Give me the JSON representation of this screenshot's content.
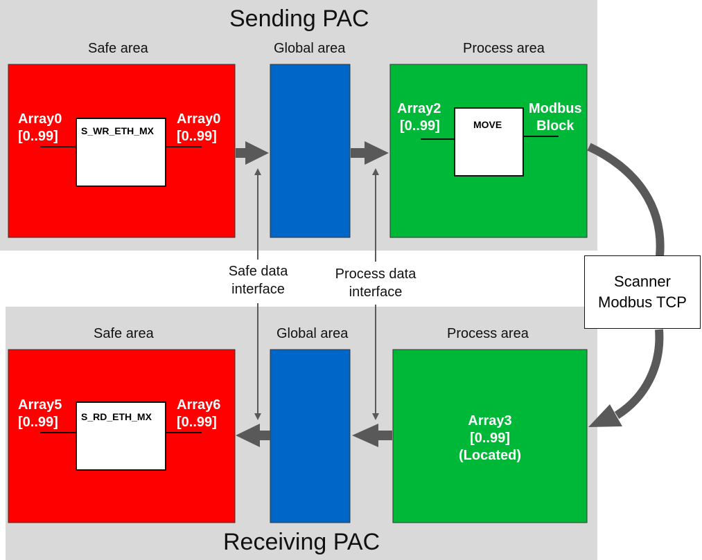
{
  "sending_pac": {
    "title": "Sending PAC",
    "safe_area": {
      "title": "Safe area",
      "input_name": "Array0",
      "input_range": "[0..99]",
      "block": "S_WR_ETH_MX",
      "output_name": "Array0",
      "output_range": "[0..99]"
    },
    "global_area": {
      "title": "Global area"
    },
    "process_area": {
      "title": "Process area",
      "input_name": "Array2",
      "input_range": "[0..99]",
      "block": "MOVE",
      "output_name": "Modbus",
      "output_name2": "Block"
    }
  },
  "receiving_pac": {
    "title": "Receiving PAC",
    "safe_area": {
      "title": "Safe area",
      "input_name": "Array5",
      "input_range": "[0..99]",
      "block": "S_RD_ETH_MX",
      "output_name": "Array6",
      "output_range": "[0..99]"
    },
    "global_area": {
      "title": "Global area"
    },
    "process_area": {
      "title": "Process area",
      "line1": "Array3",
      "line2": "[0..99]",
      "line3": "(Located)"
    }
  },
  "interfaces": {
    "safe": {
      "line1": "Safe data",
      "line2": "interface"
    },
    "process": {
      "line1": "Process data",
      "line2": "interface"
    }
  },
  "scanner": {
    "line1": "Scanner",
    "line2": "Modbus TCP"
  },
  "colors": {
    "panel": "#d9d9d9",
    "safe": "#ff0000",
    "global": "#0066c8",
    "process": "#00b838",
    "arrow": "#595959"
  }
}
